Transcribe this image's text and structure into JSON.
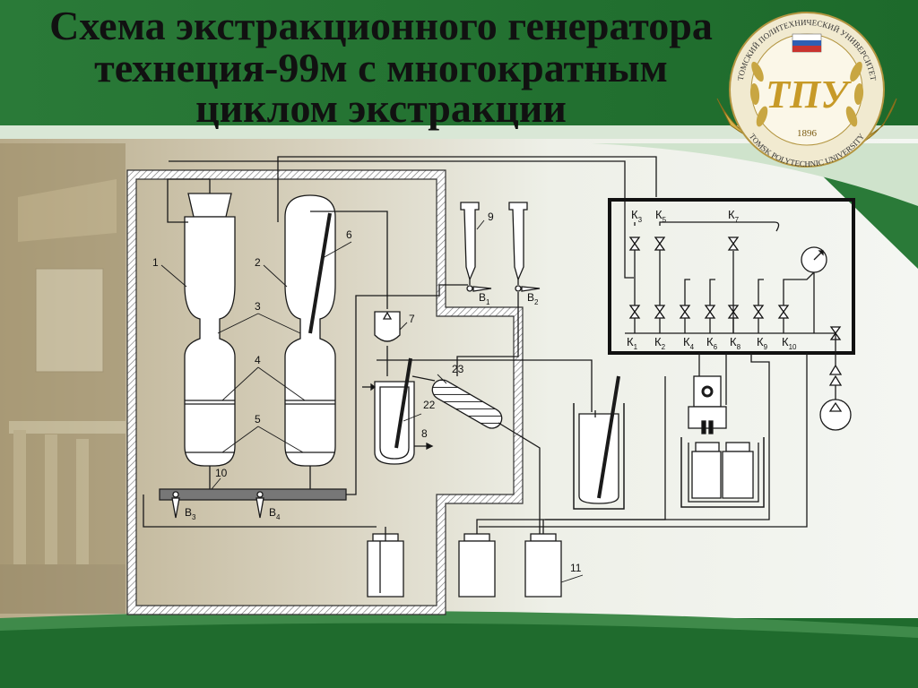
{
  "slide": {
    "title_lines": [
      "Схема экстракционного генератора",
      "технеция-99м с многократным",
      "циклом экстракции"
    ]
  },
  "logo": {
    "ring_text_top": "ТОМСКИЙ ПОЛИТЕХНИЧЕСКИЙ УНИВЕРСИТЕТ",
    "ring_text_bottom": "TOMSK POLYTECHNIC UNIVERSITY",
    "monogram": "ТПУ",
    "year": "1896"
  },
  "diagram": {
    "numbers": {
      "n1": "1",
      "n2": "2",
      "n3": "3",
      "n4": "4",
      "n5": "5",
      "n6": "6",
      "n7": "7",
      "n8": "8",
      "n9": "9",
      "n10": "10",
      "n11": "11",
      "n22": "22",
      "n23": "23"
    },
    "valves_b": [
      {
        "main": "В",
        "sub": "1"
      },
      {
        "main": "В",
        "sub": "2"
      },
      {
        "main": "В",
        "sub": "3"
      },
      {
        "main": "В",
        "sub": "4"
      }
    ],
    "valves_k": [
      {
        "main": "К",
        "sub": "1"
      },
      {
        "main": "К",
        "sub": "2"
      },
      {
        "main": "К",
        "sub": "3"
      },
      {
        "main": "К",
        "sub": "4"
      },
      {
        "main": "К",
        "sub": "5"
      },
      {
        "main": "К",
        "sub": "6"
      },
      {
        "main": "К",
        "sub": "7"
      },
      {
        "main": "К",
        "sub": "8"
      },
      {
        "main": "К",
        "sub": "9"
      },
      {
        "main": "К",
        "sub": "10"
      }
    ]
  }
}
